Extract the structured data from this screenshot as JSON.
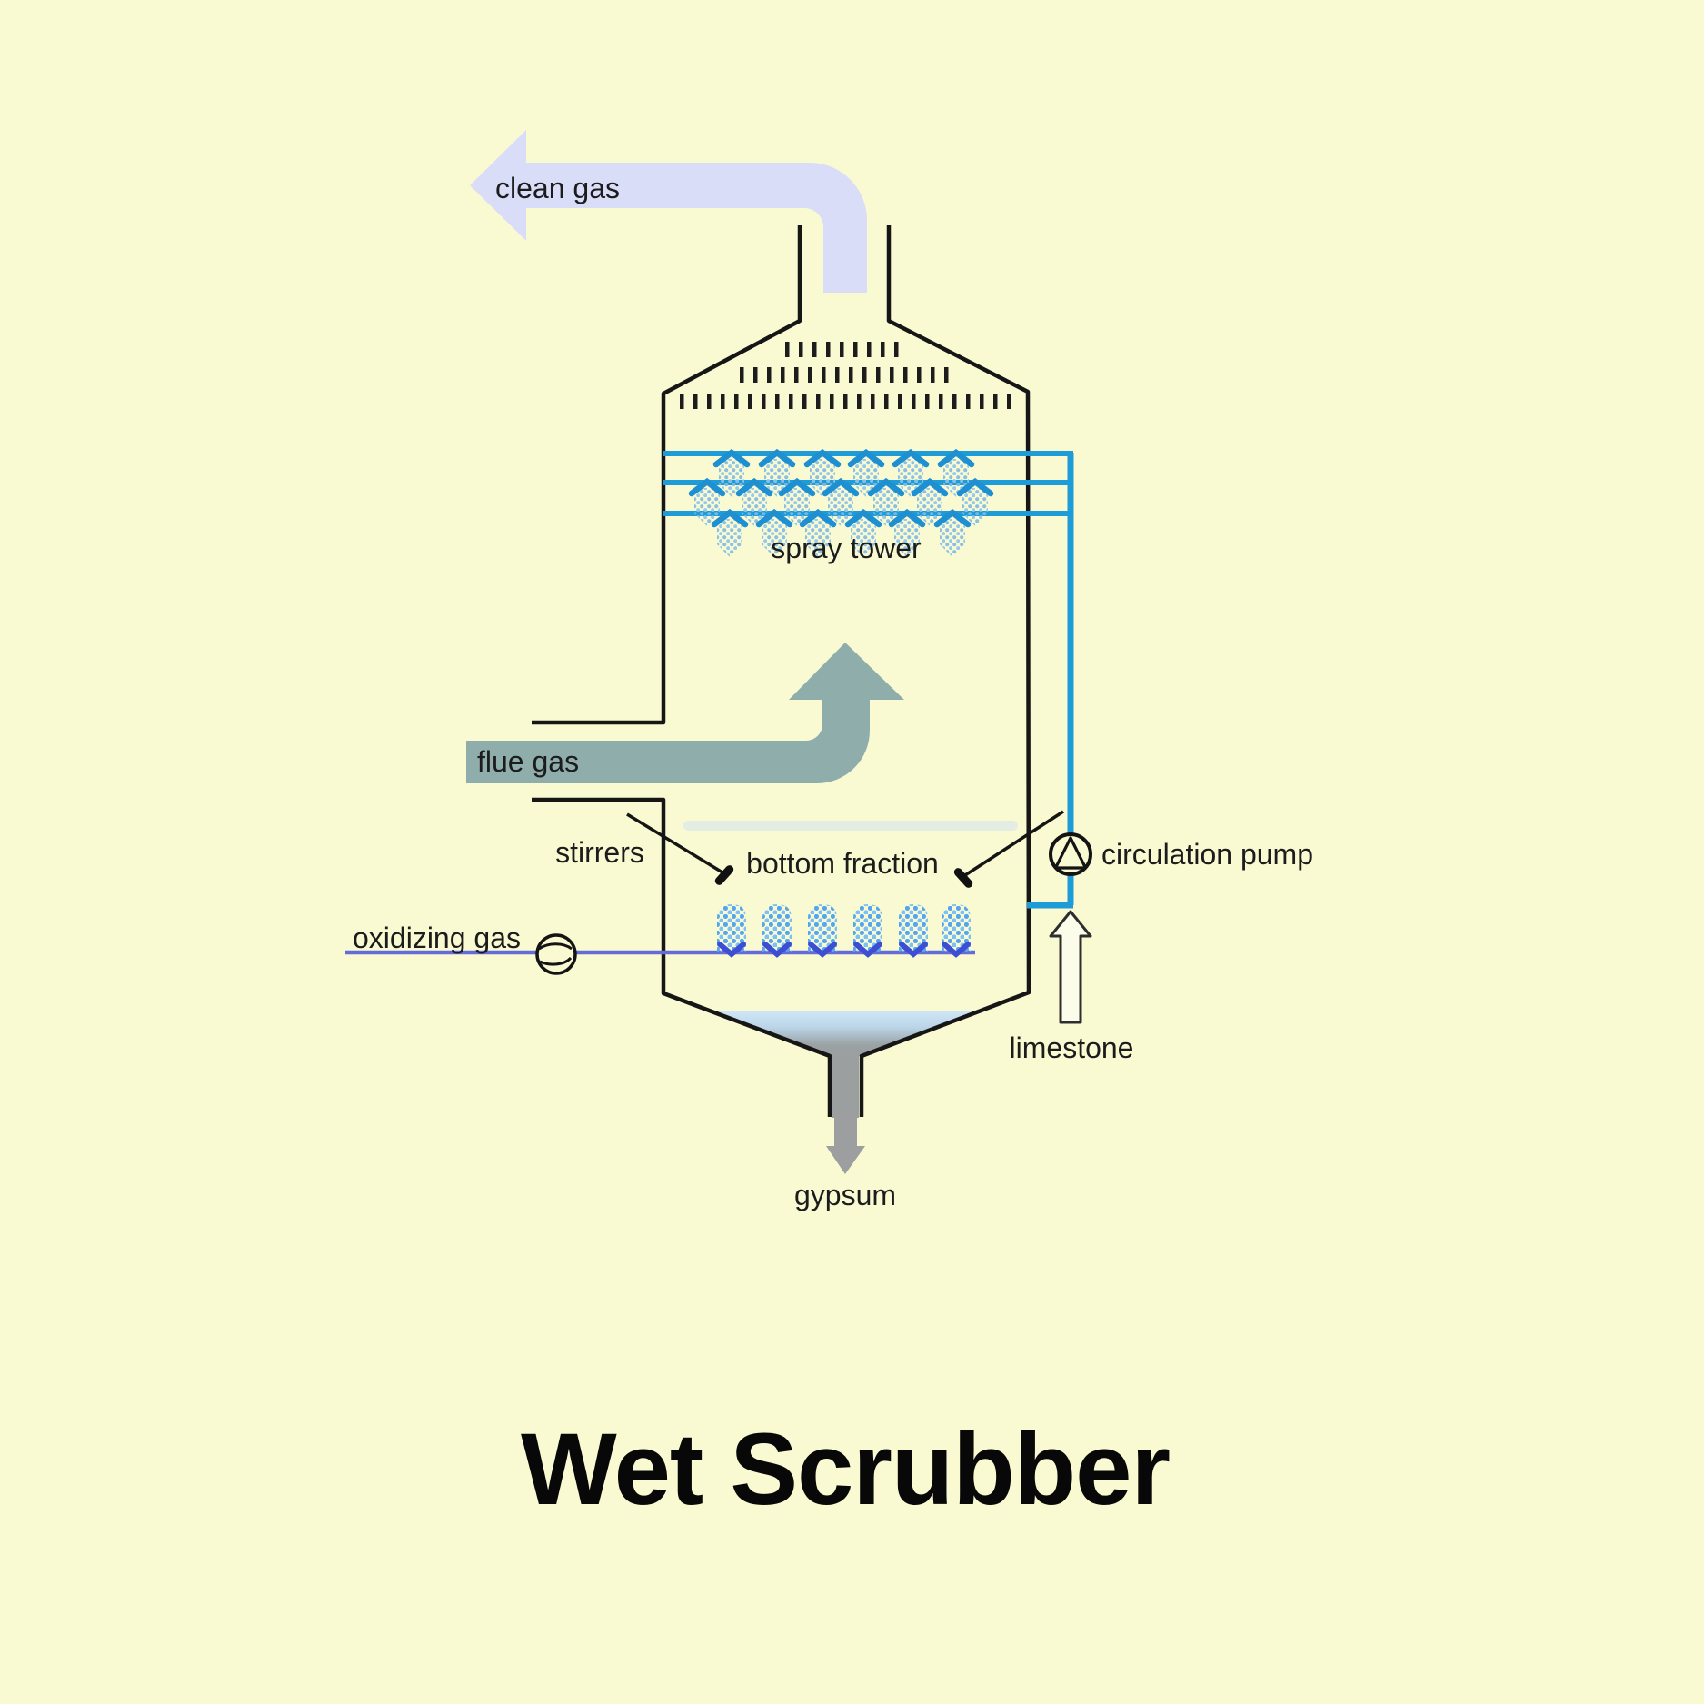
{
  "title": "Wet Scrubber",
  "diagram": {
    "labels": {
      "clean_gas": "clean gas",
      "spray_tower": "spray tower",
      "flue_gas": "flue gas",
      "stirrers": "stirrers",
      "bottom_fraction": "bottom fraction",
      "circulation_pump": "circulation pump",
      "oxidizing_gas": "oxidizing gas",
      "limestone": "limestone",
      "gypsum": "gypsum"
    },
    "icons": {
      "circulation-pump-icon": "circle with upward triangle (pump symbol)",
      "blower-icon": "circle with two curved vanes (fan/blower symbol)",
      "stirrer-icon": "angled paddle on diagonal shaft",
      "spray-nozzle-icon": "blue chevron with dotted spray mist",
      "air-bubbles-icon": "dotted bubble plume with downward chevron",
      "mist-eliminator-icon": "rows of short vertical dashes",
      "clean-gas-arrow": "left-pointing lavender pipe arrow",
      "flue-gas-arrow": "right-then-up sage pipe arrow",
      "limestone-arrow": "outlined upward arrow",
      "gypsum-arrow": "gray downward arrow"
    },
    "colors": {
      "background": "#FAFAD2",
      "clean_gas_arrow": "#D9DDF8",
      "flue_gas_arrow": "#8FADAB",
      "spray_blue": "#1E9CD8",
      "nozzle_mist": "#7DB9E6",
      "bubble_blue": "#55A6F0",
      "bubble_chevron": "#3D4ED2",
      "oxidizing_line": "#636BD8",
      "liquid_blue": "#CFE6F6",
      "slurry_gray": "#9B9FA0",
      "outline_black": "#161616",
      "text": "#1C1C1C"
    }
  }
}
